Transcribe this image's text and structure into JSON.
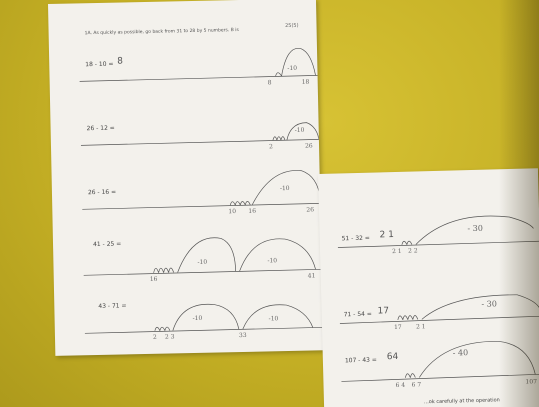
{
  "sheet_a": {
    "header": "1A. As quickly as possible, go back from 31 to 28 by 5 numbers. B is",
    "page_number": "25(5)",
    "problems": [
      {
        "equation": "18 - 10 =",
        "answer": "8",
        "labels": [
          "8",
          "-10",
          "18"
        ]
      },
      {
        "equation": "26 - 12 =",
        "answer": "",
        "labels": [
          "2",
          "-10",
          "26"
        ]
      },
      {
        "equation": "26 - 16 =",
        "answer": "",
        "labels": [
          "10",
          "16",
          "-10",
          "26"
        ]
      },
      {
        "equation": "41 - 25 =",
        "answer": "",
        "labels": [
          "16",
          "-10",
          "-10",
          "41"
        ]
      },
      {
        "equation": "43 - 71 =",
        "answer": "",
        "labels": [
          "2",
          "2 3",
          "-10",
          "33",
          "-10"
        ]
      }
    ]
  },
  "sheet_b": {
    "problems": [
      {
        "equation": "51 - 32 =",
        "answer": "2 1",
        "labels": [
          "2 1",
          "2 2",
          "- 30"
        ]
      },
      {
        "equation": "71 - 54 =",
        "answer": "17",
        "labels": [
          "17",
          "2 1",
          "- 30"
        ]
      },
      {
        "equation": "107 - 43 =",
        "answer": "64",
        "labels": [
          "6 4",
          "6 7",
          "- 40",
          "107"
        ]
      }
    ],
    "footer": "...ok carefully at the operation"
  }
}
